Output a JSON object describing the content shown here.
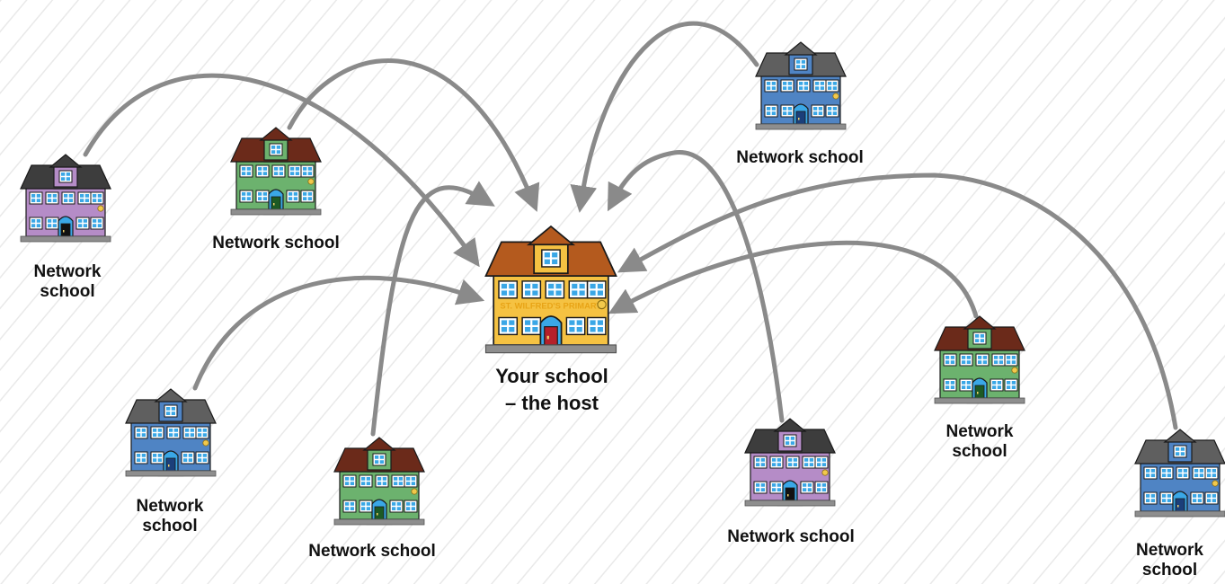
{
  "host": {
    "label": "Your school\n– the host",
    "sign": "ST. WILFRED'S PRIMARY",
    "roof_color": "#b45a1e",
    "wall_color": "#f5c242",
    "door_color": "#b5202a"
  },
  "network_schools": [
    {
      "id": "ns1",
      "label": "Network\nschool",
      "roof_color": "#3d3d3d",
      "wall_color": "#b58cc7",
      "door_color": "#111111"
    },
    {
      "id": "ns2",
      "label": "Network school",
      "roof_color": "#6b2a1a",
      "wall_color": "#6cb26e",
      "door_color": "#1d5a24"
    },
    {
      "id": "ns3",
      "label": "Network school",
      "roof_color": "#5f5f5f",
      "wall_color": "#4f84c4",
      "door_color": "#1b3f7a"
    },
    {
      "id": "ns4",
      "label": "Network\nschool",
      "roof_color": "#5f5f5f",
      "wall_color": "#4f84c4",
      "door_color": "#1b3f7a"
    },
    {
      "id": "ns5",
      "label": "Network school",
      "roof_color": "#6b2a1a",
      "wall_color": "#6cb26e",
      "door_color": "#1d5a24"
    },
    {
      "id": "ns6",
      "label": "Network school",
      "roof_color": "#3d3d3d",
      "wall_color": "#b58cc7",
      "door_color": "#111111"
    },
    {
      "id": "ns7",
      "label": "Network\nschool",
      "roof_color": "#6b2a1a",
      "wall_color": "#6cb26e",
      "door_color": "#1d5a24"
    },
    {
      "id": "ns8",
      "label": "Network\nschool",
      "roof_color": "#5f5f5f",
      "wall_color": "#4f84c4",
      "door_color": "#1b3f7a"
    }
  ],
  "arrow_color": "#8a8a8a"
}
